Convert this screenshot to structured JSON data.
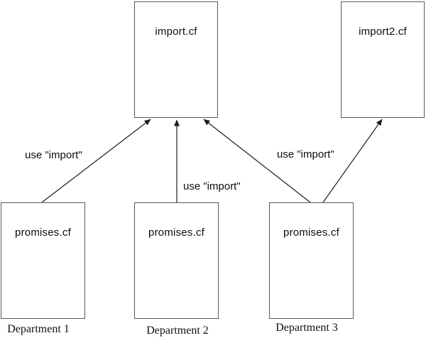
{
  "diagram": {
    "nodes": {
      "import_main": {
        "label": "import.cf"
      },
      "import_alt": {
        "label": "import2.cf"
      },
      "promises_1": {
        "label": "promises.cf"
      },
      "promises_2": {
        "label": "promises.cf"
      },
      "promises_3": {
        "label": "promises.cf"
      }
    },
    "edge_labels": {
      "left": "use \"import\"",
      "middle": "use \"import\"",
      "right": "use \"import\""
    },
    "captions": {
      "department_1": "Department 1",
      "department_2": "Department 2",
      "department_3": "Department 3"
    },
    "edges": [
      {
        "from": "promises_1",
        "to": "import_main",
        "label": "use \"import\""
      },
      {
        "from": "promises_2",
        "to": "import_main",
        "label": "use \"import\""
      },
      {
        "from": "promises_3",
        "to": "import_main",
        "label": "use \"import\""
      },
      {
        "from": "promises_3",
        "to": "import_alt",
        "label": "use \"import\""
      }
    ],
    "colors": {
      "background": "#ffffff",
      "box_border": "#595959",
      "line": "#1c1c1c",
      "text": "#0d0d0d"
    }
  }
}
